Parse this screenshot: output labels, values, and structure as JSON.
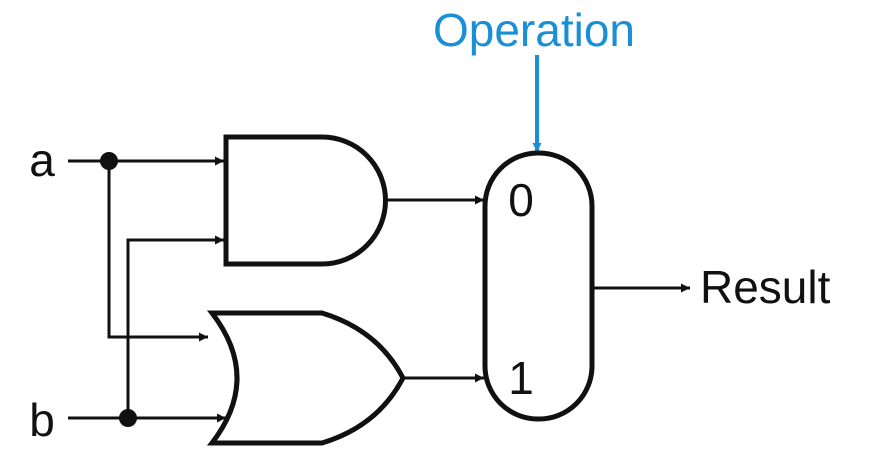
{
  "labels": {
    "input_a": "a",
    "input_b": "b",
    "control": "Operation",
    "mux_in_0": "0",
    "mux_in_1": "1",
    "output": "Result"
  },
  "colors": {
    "control": "#1a8fd6",
    "line": "#111111"
  }
}
